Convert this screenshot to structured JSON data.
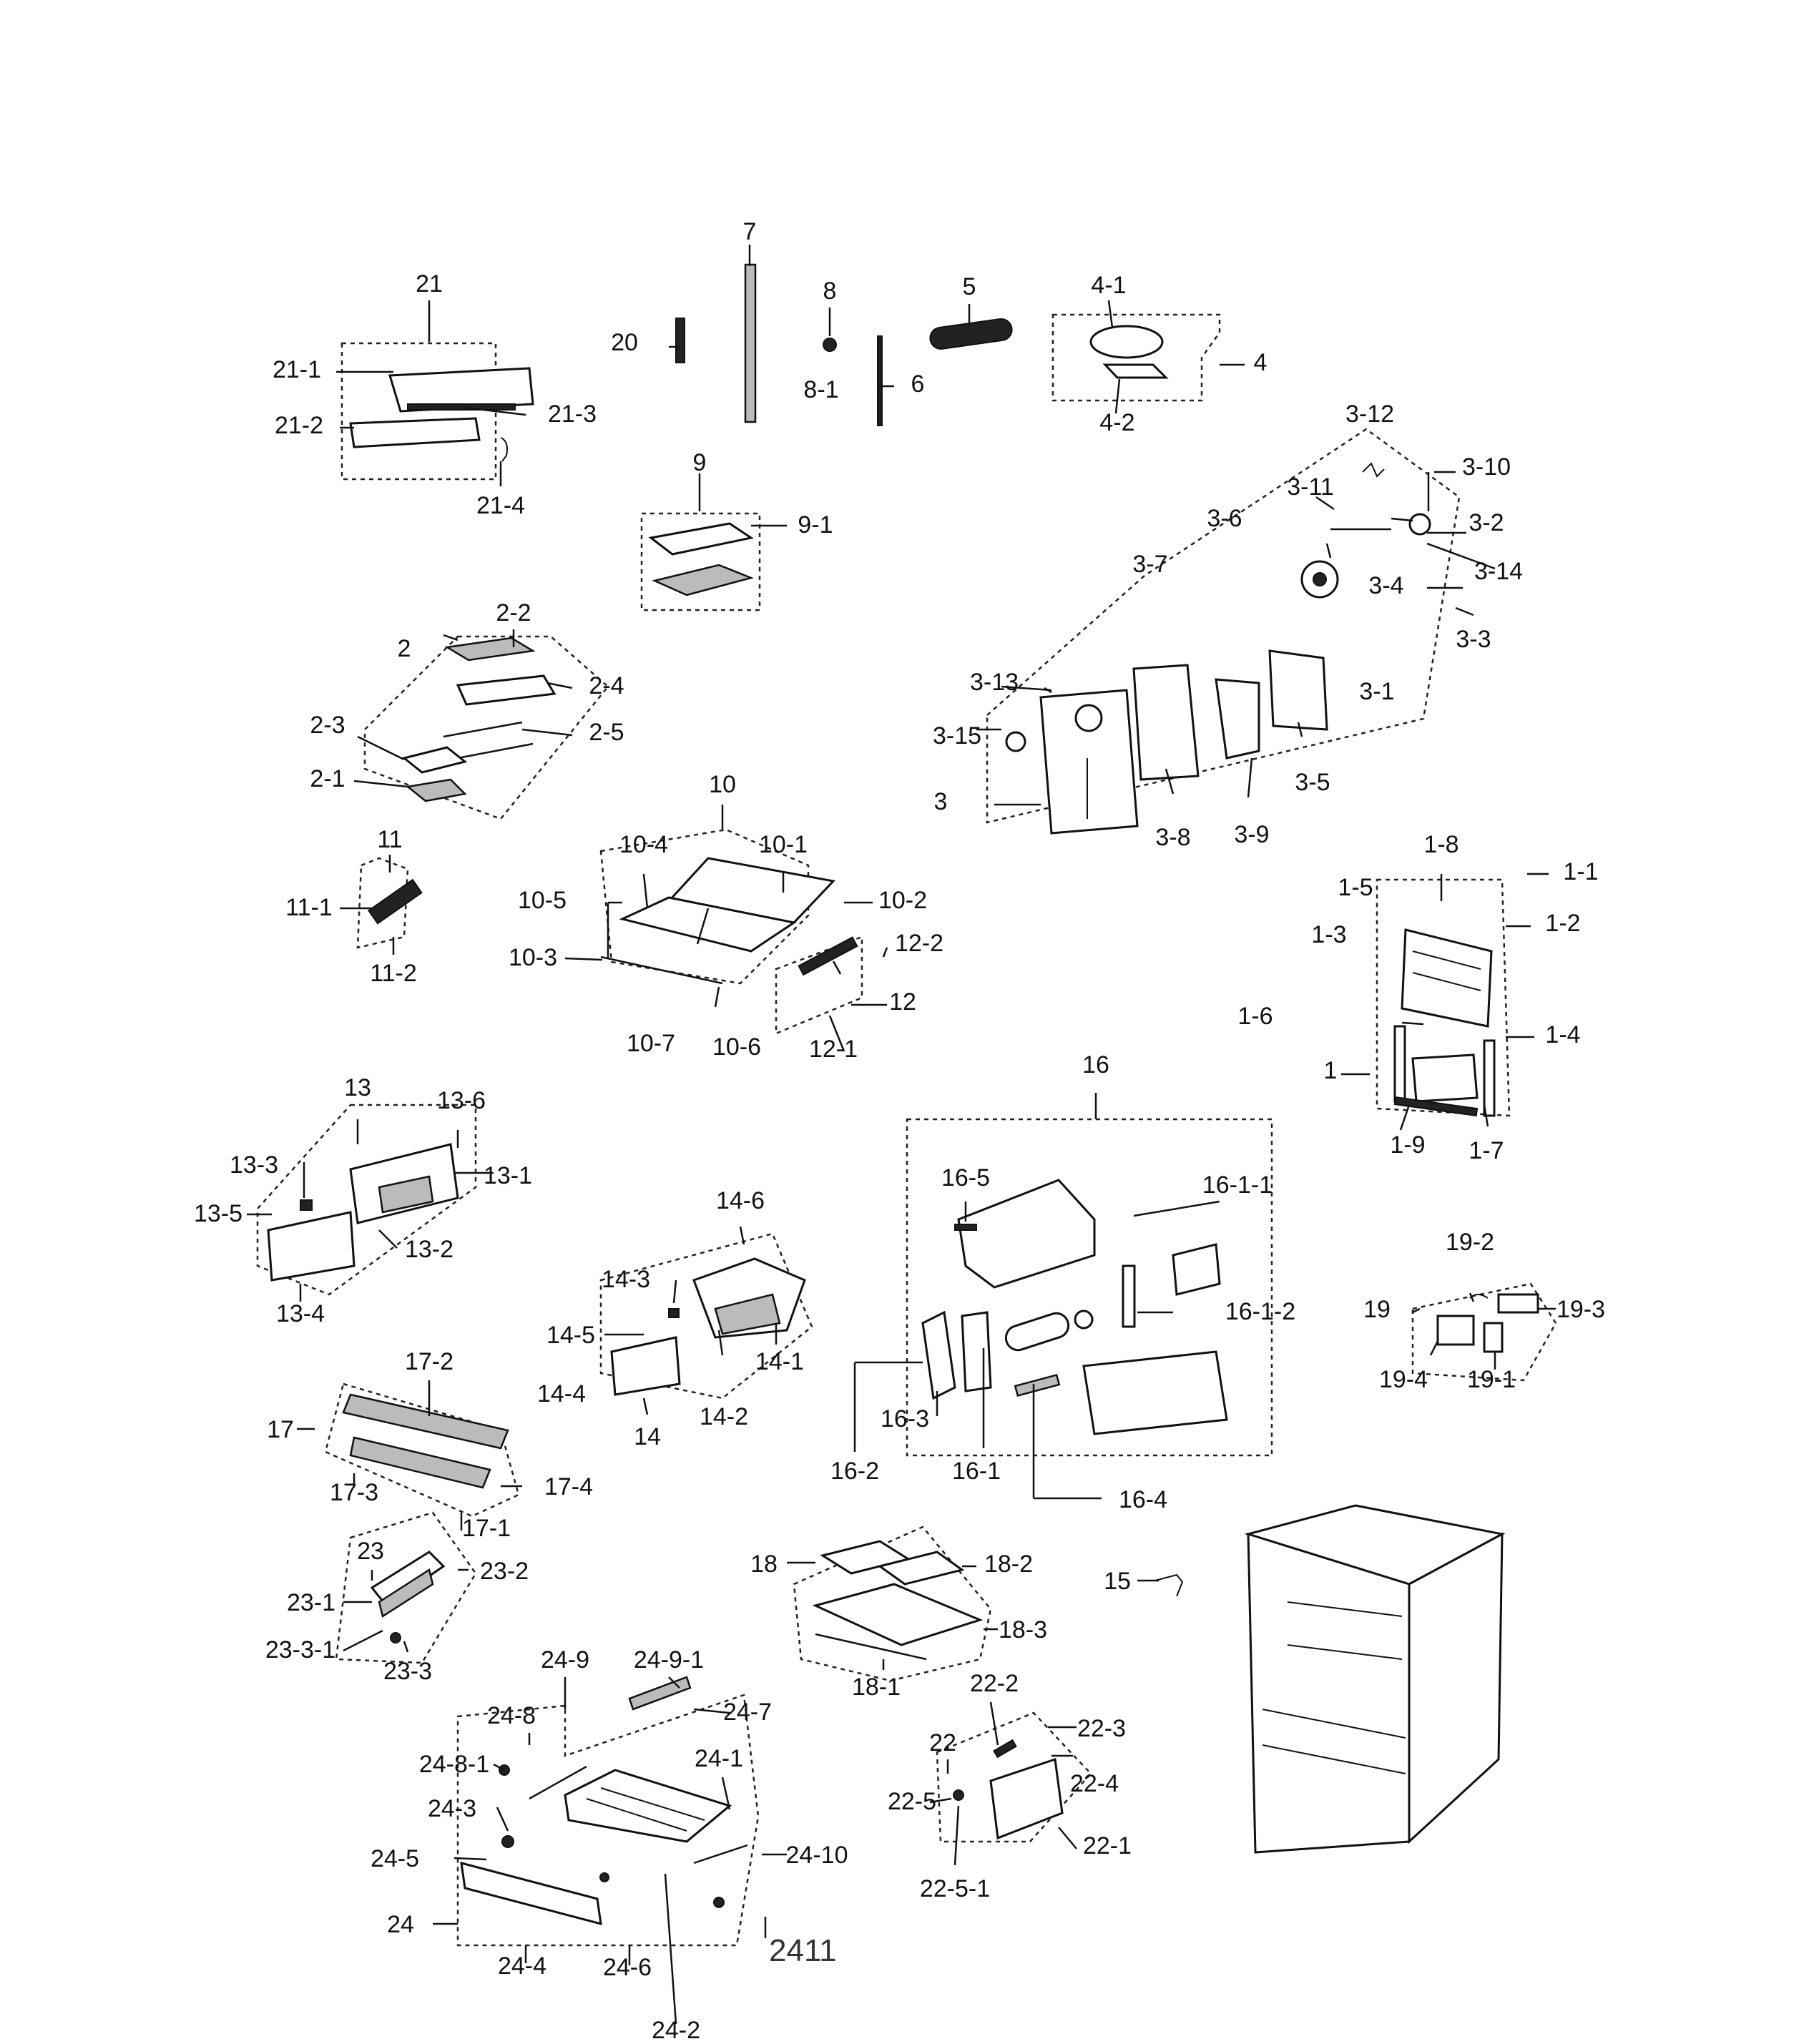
{
  "diagram": {
    "drawing_code": "2411",
    "callouts": [
      "1",
      "1-1",
      "1-2",
      "1-3",
      "1-4",
      "1-5",
      "1-6",
      "1-7",
      "1-8",
      "1-9",
      "2",
      "2-1",
      "2-2",
      "2-3",
      "2-4",
      "2-5",
      "3",
      "3-1",
      "3-2",
      "3-3",
      "3-4",
      "3-5",
      "3-6",
      "3-7",
      "3-8",
      "3-9",
      "3-10",
      "3-11",
      "3-12",
      "3-13",
      "3-14",
      "3-15",
      "4",
      "4-1",
      "4-2",
      "5",
      "6",
      "7",
      "8",
      "8-1",
      "9",
      "9-1",
      "10",
      "10-1",
      "10-2",
      "10-3",
      "10-4",
      "10-5",
      "10-6",
      "10-7",
      "11",
      "11-1",
      "11-2",
      "12",
      "12-1",
      "12-2",
      "13",
      "13-1",
      "13-2",
      "13-3",
      "13-4",
      "13-5",
      "13-6",
      "14",
      "14-1",
      "14-2",
      "14-3",
      "14-4",
      "14-5",
      "14-6",
      "15",
      "16",
      "16-1",
      "16-1-1",
      "16-1-2",
      "16-2",
      "16-3",
      "16-4",
      "16-5",
      "17",
      "17-1",
      "17-2",
      "17-3",
      "17-4",
      "18",
      "18-1",
      "18-2",
      "18-3",
      "19",
      "19-1",
      "19-2",
      "19-3",
      "19-4",
      "20",
      "21",
      "21-1",
      "21-2",
      "21-3",
      "21-4",
      "22",
      "22-1",
      "22-2",
      "22-3",
      "22-4",
      "22-5",
      "22-5-1",
      "23",
      "23-1",
      "23-2",
      "23-3",
      "23-3-1",
      "24",
      "24-1",
      "24-2",
      "24-3",
      "24-4",
      "24-5",
      "24-6",
      "24-7",
      "24-8",
      "24-8-1",
      "24-9",
      "24-9-1",
      "24-10"
    ]
  }
}
